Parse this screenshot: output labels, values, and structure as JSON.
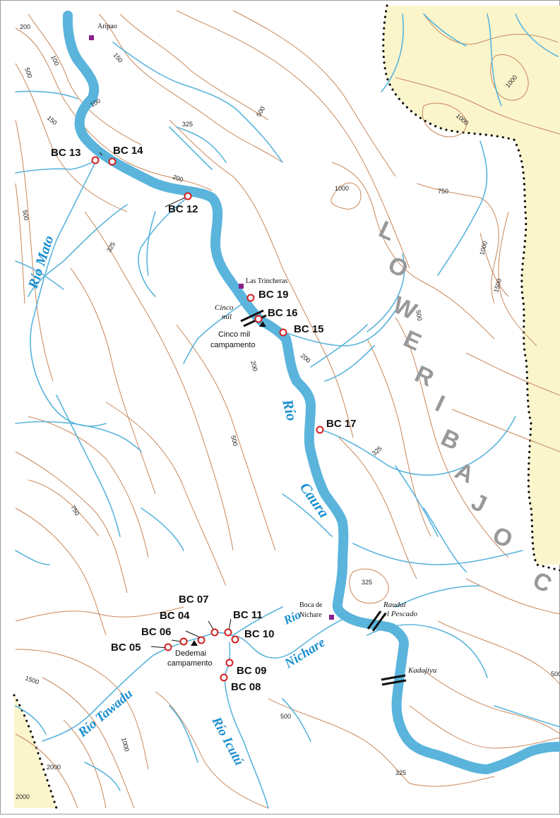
{
  "region": {
    "letters": [
      "L",
      "O",
      "W",
      "E",
      "R",
      "I",
      "B",
      "A",
      "J",
      "O",
      "C"
    ],
    "highland_color": "#fbf5cc"
  },
  "colors": {
    "river": "#5ab4dc",
    "contour": "#c8875a",
    "sample_site": "#d21e1e",
    "settlement": "#8a1f8a"
  },
  "settlements": [
    {
      "id": "aripao",
      "label": "Aripao"
    },
    {
      "id": "las-trincheras",
      "label": "Las Trincheras"
    },
    {
      "id": "boca-de-nichare",
      "label_line1": "Boca de",
      "label_line2": "Nichare"
    }
  ],
  "camps": [
    {
      "id": "cinco-mil-campamento",
      "line1": "Cinco mil",
      "line2": "campamento"
    },
    {
      "id": "dedemai-campamento",
      "line1": "Dedemai",
      "line2": "campamento"
    }
  ],
  "rapids": [
    {
      "id": "cinco-mil",
      "line1": "Cinco",
      "line2": "mil"
    },
    {
      "id": "raudal-el-pescado",
      "line1": "Raudal",
      "line2": "el Pescado"
    },
    {
      "id": "kadajiyu",
      "line1": "Kadajiyu"
    }
  ],
  "rivers": [
    {
      "id": "rio-mato",
      "label": "Río  Mato"
    },
    {
      "id": "rio-caura-1",
      "label": "Río"
    },
    {
      "id": "rio-caura-2",
      "label": "Caura"
    },
    {
      "id": "rio-nichare-1",
      "label": "Río"
    },
    {
      "id": "rio-nichare-2",
      "label": "Nichare"
    },
    {
      "id": "rio-tawadu",
      "label": "Río  Tawadu"
    },
    {
      "id": "rio-icutu",
      "label": "Río  Icutú"
    }
  ],
  "sample_sites": [
    {
      "id": "bc-13",
      "label": "BC 13"
    },
    {
      "id": "bc-14",
      "label": "BC 14"
    },
    {
      "id": "bc-12",
      "label": "BC 12"
    },
    {
      "id": "bc-19",
      "label": "BC 19"
    },
    {
      "id": "bc-16",
      "label": "BC 16"
    },
    {
      "id": "bc-15",
      "label": "BC 15"
    },
    {
      "id": "bc-17",
      "label": "BC 17"
    },
    {
      "id": "bc-07",
      "label": "BC 07"
    },
    {
      "id": "bc-04",
      "label": "BC 04"
    },
    {
      "id": "bc-11",
      "label": "BC 11"
    },
    {
      "id": "bc-06",
      "label": "BC 06"
    },
    {
      "id": "bc-10",
      "label": "BC 10"
    },
    {
      "id": "bc-05",
      "label": "BC 05"
    },
    {
      "id": "bc-09",
      "label": "BC 09"
    },
    {
      "id": "bc-08",
      "label": "BC 08"
    }
  ],
  "contour_labels": [
    {
      "id": "c-200-a",
      "label": "200"
    },
    {
      "id": "c-500-a",
      "label": "500"
    },
    {
      "id": "c-100-a",
      "label": "100"
    },
    {
      "id": "c-150-a",
      "label": "150"
    },
    {
      "id": "c-100-b",
      "label": "100"
    },
    {
      "id": "c-150-b",
      "label": "150"
    },
    {
      "id": "c-325-a",
      "label": "325"
    },
    {
      "id": "c-500-b",
      "label": "500"
    },
    {
      "id": "c-1000-a",
      "label": "1000"
    },
    {
      "id": "c-1000-b",
      "label": "1000"
    },
    {
      "id": "c-200-b",
      "label": "200"
    },
    {
      "id": "c-1000-c",
      "label": "1000"
    },
    {
      "id": "c-750-a",
      "label": "750"
    },
    {
      "id": "c-500-c",
      "label": "500"
    },
    {
      "id": "c-325-b",
      "label": "325"
    },
    {
      "id": "c-1000-d",
      "label": "1000"
    },
    {
      "id": "c-1500-a",
      "label": "1500"
    },
    {
      "id": "c-500-d",
      "label": "500"
    },
    {
      "id": "c-200-c",
      "label": "200"
    },
    {
      "id": "c-200-d",
      "label": "200"
    },
    {
      "id": "c-500-e",
      "label": "500"
    },
    {
      "id": "c-325-c",
      "label": "325"
    },
    {
      "id": "c-750-b",
      "label": "750"
    },
    {
      "id": "c-325-d",
      "label": "325"
    },
    {
      "id": "c-1500-b",
      "label": "1500"
    },
    {
      "id": "c-500-f",
      "label": "500"
    },
    {
      "id": "c-1000-e",
      "label": "1000"
    },
    {
      "id": "c-2000-a",
      "label": "2000"
    },
    {
      "id": "c-2000-b",
      "label": "2000"
    },
    {
      "id": "c-325-e",
      "label": "325"
    },
    {
      "id": "c-500-g",
      "label": "500"
    }
  ]
}
